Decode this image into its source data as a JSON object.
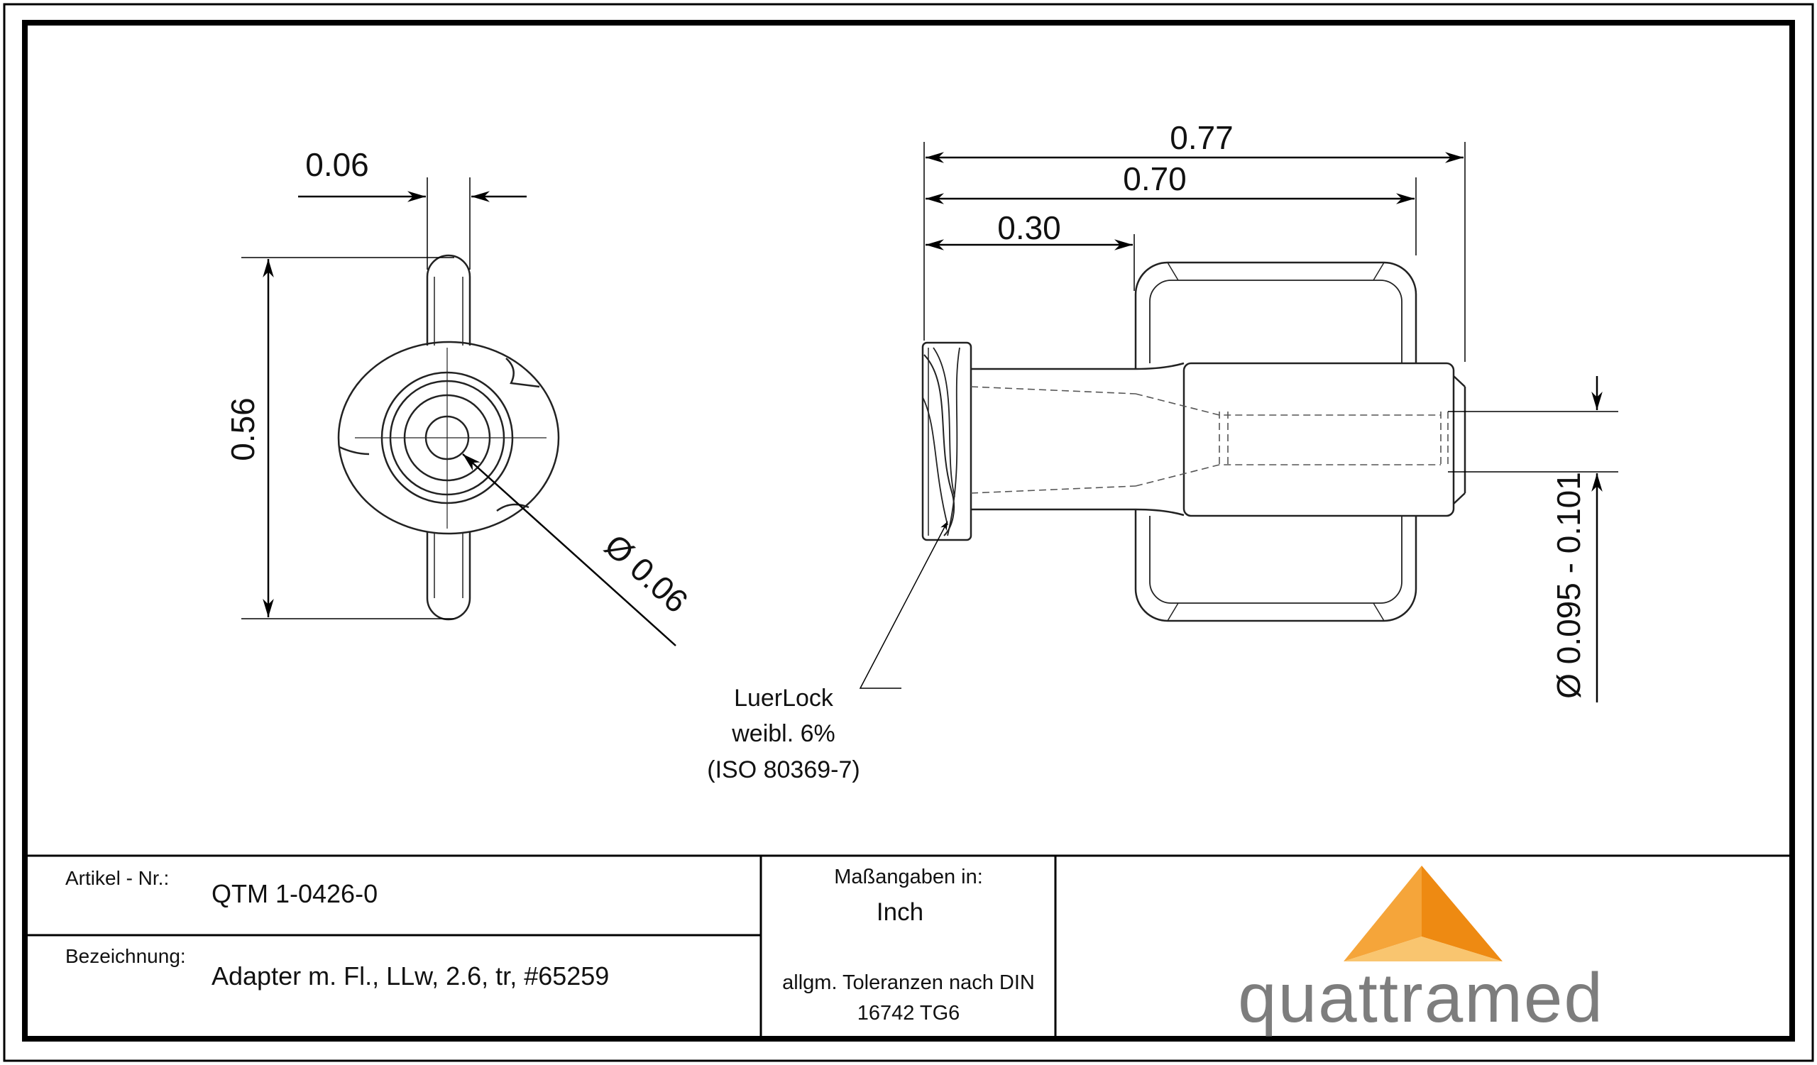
{
  "drawing": {
    "front_view": {
      "dim_width": "0.06",
      "dim_height": "0.56",
      "dim_hole_diameter": "Ø 0.06"
    },
    "side_view": {
      "dim_overall_length": "0.77",
      "dim_flange_to_end": "0.70",
      "dim_flange_to_shoulder": "0.30",
      "dim_bore_diameter": "Ø 0.095 - 0.101",
      "callout": {
        "line1": "LuerLock",
        "line2": "weibl. 6%",
        "line3": "(ISO 80369-7)"
      }
    }
  },
  "title_block": {
    "article_label": "Artikel - Nr.:",
    "article_value": "QTM 1-0426-0",
    "description_label": "Bezeichnung:",
    "description_value": "Adapter m. Fl., LLw, 2.6, tr, #65259",
    "units_label": "Maßangaben in:",
    "units_value": "Inch",
    "tolerance_line1": "allgm. Toleranzen nach DIN",
    "tolerance_line2": "16742 TG6"
  },
  "logo": {
    "wordmark": "quattramed",
    "colors": {
      "orange_dark": "#ee8a12",
      "orange_mid": "#f5a53a",
      "orange_light": "#f9c56f",
      "gray": "#7d7d7d"
    }
  }
}
